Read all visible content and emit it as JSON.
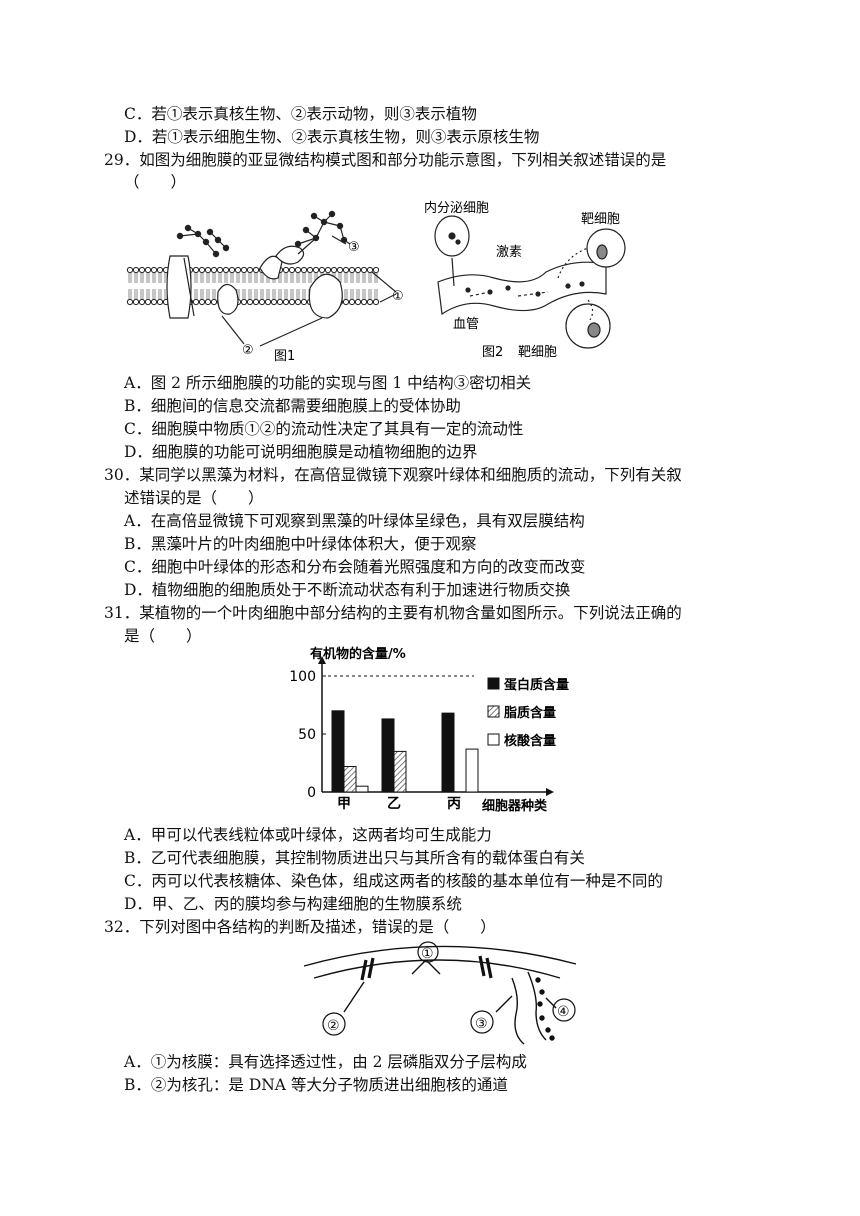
{
  "q28": {
    "C": "C．若①表示真核生物、②表示动物，则③表示植物",
    "D": "D．若①表示细胞生物、②表示真核生物，则③表示原核生物"
  },
  "q29": {
    "stem1": "29．如图为细胞膜的亚显微结构模式图和部分功能示意图，下列相关叙述错误的是",
    "stem2": "（　　）",
    "fig1": {
      "caption": "图1",
      "l1": "①",
      "l2": "②",
      "l3": "③"
    },
    "fig2": {
      "caption": "图2",
      "endocrine": "内分泌细胞",
      "target1": "靶细胞",
      "target2": "靶细胞",
      "hormone": "激素",
      "vessel": "血管"
    },
    "A": "A．图 2 所示细胞膜的功能的实现与图 1 中结构③密切相关",
    "B": "B．细胞间的信息交流都需要细胞膜上的受体协助",
    "C": "C．细胞膜中物质①②的流动性决定了其具有一定的流动性",
    "D": "D．细胞膜的功能可说明细胞膜是动植物细胞的边界"
  },
  "q30": {
    "stem1": "30．某同学以黑藻为材料，在高倍显微镜下观察叶绿体和细胞质的流动，下列有关叙",
    "stem2": "述错误的是（　　）",
    "A": "A．在高倍显微镜下可观察到黑藻的叶绿体呈绿色，具有双层膜结构",
    "B": "B．黑藻叶片的叶肉细胞中叶绿体体积大，便于观察",
    "C": "C．细胞中叶绿体的形态和分布会随着光照强度和方向的改变而改变",
    "D": "D．植物细胞的细胞质处于不断流动状态有利于加速进行物质交换"
  },
  "q31": {
    "stem1": "31．某植物的一个叶肉细胞中部分结构的主要有机物含量如图所示。下列说法正确的",
    "stem2": "是（　　）",
    "A": "A．甲可以代表线粒体或叶绿体，这两者均可生成能力",
    "B": "B．乙可代表细胞膜，其控制物质进出只与其所含有的载体蛋白有关",
    "C": "C．丙可以代表核糖体、染色体，组成这两者的核酸的基本单位有一种是不同的",
    "D": "D．甲、乙、丙的膜均参与构建细胞的生物膜系统"
  },
  "chart_data": {
    "type": "bar",
    "ylabel": "有机物的含量/%",
    "xlabel": "细胞器种类",
    "categories": [
      "甲",
      "乙",
      "丙"
    ],
    "yticks": [
      "0",
      "50",
      "100"
    ],
    "ylim": [
      0,
      100
    ],
    "series": [
      {
        "name": "蛋白质含量",
        "values": [
          70,
          63,
          68
        ]
      },
      {
        "name": "脂质含量",
        "values": [
          22,
          35,
          0
        ]
      },
      {
        "name": "核酸含量",
        "values": [
          5,
          0,
          37
        ]
      }
    ],
    "reference_line": 100
  },
  "q32": {
    "stem": "32．下列对图中各结构的判断及描述，错误的是（　　）",
    "fig": {
      "l1": "①",
      "l2": "②",
      "l3": "③",
      "l4": "④"
    },
    "A": "A．①为核膜：具有选择透过性，由 2 层磷脂双分子层构成",
    "B": "B．②为核孔：是 DNA 等大分子物质进出细胞核的通道"
  }
}
